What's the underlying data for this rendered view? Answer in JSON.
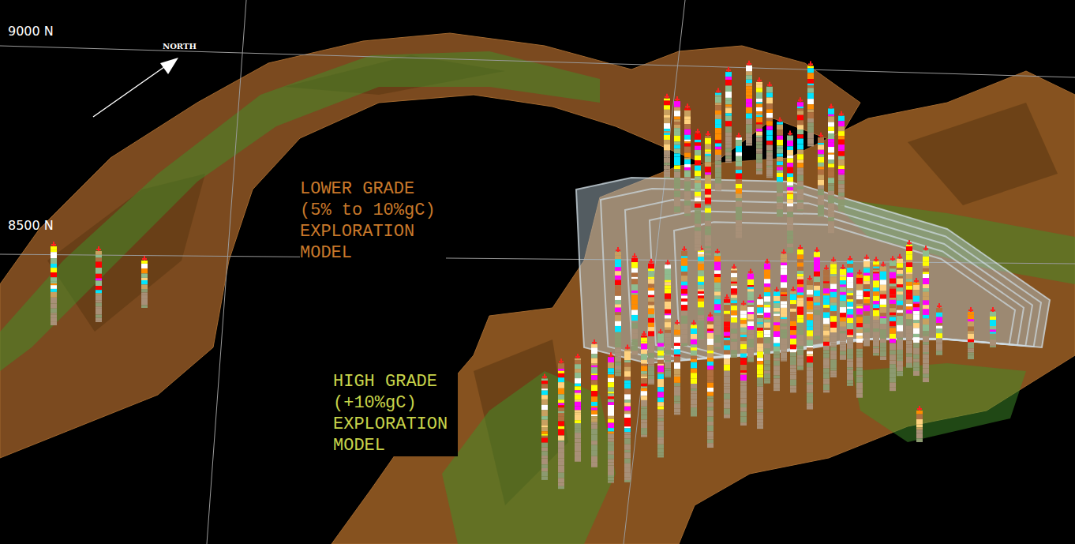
{
  "diagram": {
    "labels": [
      "9000 N",
      "NORTH",
      "8500 N",
      "LOWER GRADE (5% to 10%gC) EXPLORATION MODEL",
      "HIGH GRADE (+10%gC) EXPLORATION MODEL"
    ]
  }
}
